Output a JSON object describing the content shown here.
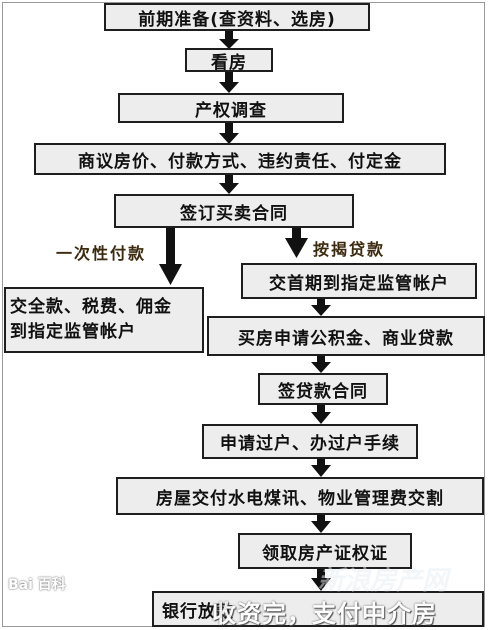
{
  "steps": {
    "s1": "前期准备(查资料、选房)",
    "s2": "看房",
    "s3": "产权调查",
    "s4": "商议房价、付款方式、违约责任、付定金",
    "s5": "签订买卖合同",
    "left1_line1": "交全款、税费、佣金",
    "left1_line2": "到指定监管帐户",
    "r1": "交首期到指定监管帐户",
    "r2": "买房申请公积金、商业贷款",
    "r3": "签贷款合同",
    "r4": "申请过户、办过户手续",
    "r5": "房屋交付水电煤讯、物业管理费交割",
    "r6": "领取房产证权证",
    "r7": "银行放款"
  },
  "branches": {
    "lump_sum": "一次性付款",
    "mortgage": "按揭贷款"
  },
  "watermarks": {
    "logo": "Bai 百科",
    "bottom": "收资完，支付中介房",
    "site": "新浪房产网"
  },
  "colors": {
    "box_fill": "#ededed",
    "border": "#1e1e1e",
    "arrow": "#111111",
    "branch_label": "#3b2a0e"
  }
}
